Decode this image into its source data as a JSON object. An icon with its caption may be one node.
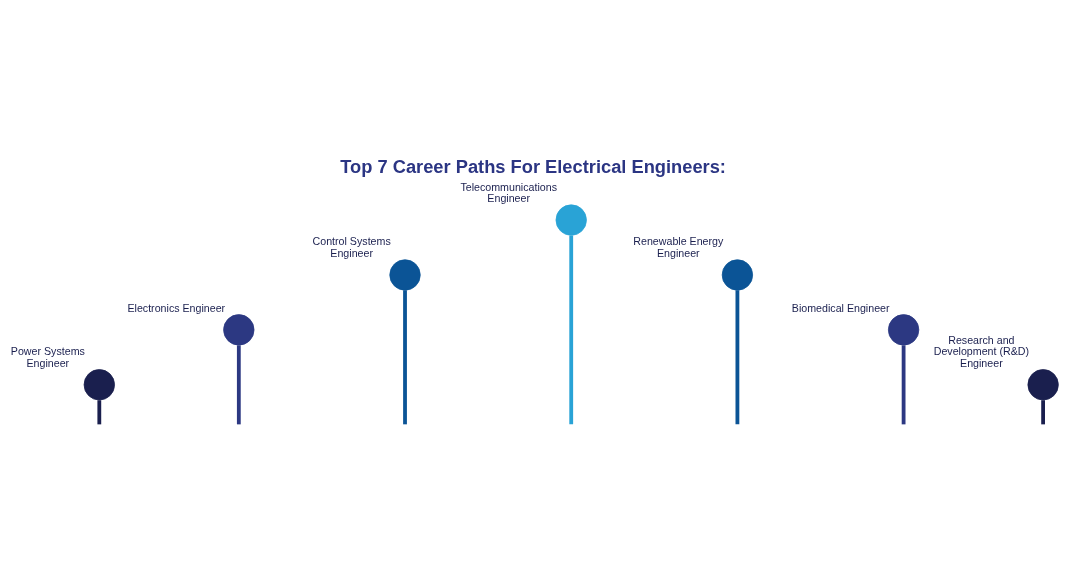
{
  "diagram": {
    "title": "Top 7 Career Paths For Electrical Engineers:",
    "nodes": [
      {
        "text": [
          "Telecommunications Engineer"
        ]
      },
      {
        "text": [
          "Control Systems Engineer"
        ]
      },
      {
        "text": [
          "Renewable Energy Engineer"
        ]
      },
      {
        "text": [
          "Electronics Engineer"
        ]
      },
      {
        "text": [
          "Biomedical Engineer"
        ]
      },
      {
        "text": [
          "Power Systems Engineer"
        ]
      },
      {
        "text": [
          "Research and Development (R&D) Engineer"
        ]
      }
    ],
    "edges": [
      {
        "from": 0,
        "to": null,
        "arrow": "none",
        "color": "#29a3d6"
      },
      {
        "from": 1,
        "to": null,
        "arrow": "none",
        "color": "#0b5496"
      },
      {
        "from": 2,
        "to": null,
        "arrow": "none",
        "color": "#0b5496"
      },
      {
        "from": 3,
        "to": null,
        "arrow": "none",
        "color": "#2c3882"
      },
      {
        "from": 4,
        "to": null,
        "arrow": "none",
        "color": "#2c3882"
      },
      {
        "from": 5,
        "to": null,
        "arrow": "none",
        "color": "#1a1f4e"
      },
      {
        "from": 6,
        "to": null,
        "arrow": "none",
        "color": "#1a1f4e"
      }
    ]
  }
}
